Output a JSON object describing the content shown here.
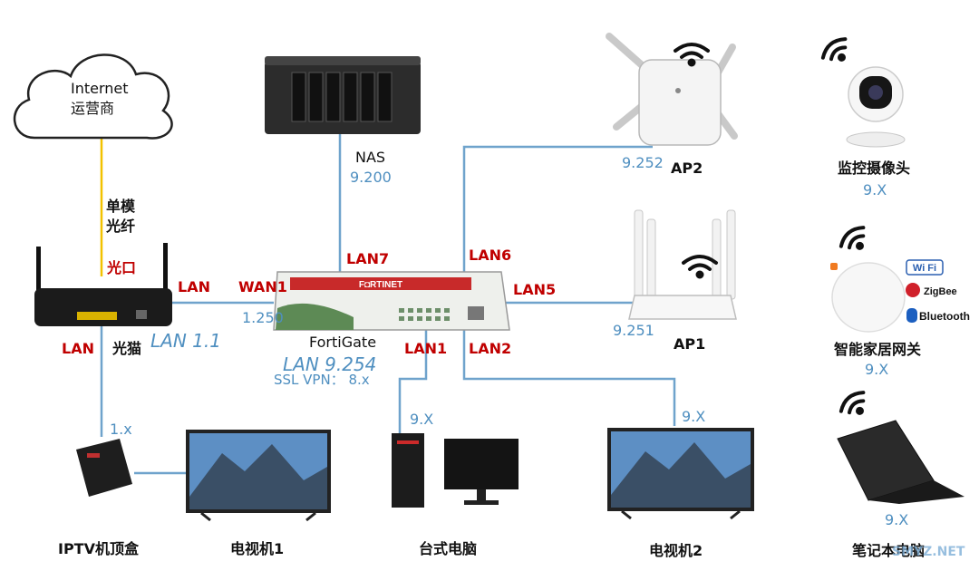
{
  "cloud": {
    "line1": "Internet",
    "line2": "运营商"
  },
  "fiber": {
    "label_line1": "单模",
    "label_line2": "光纤",
    "port": "光口"
  },
  "modem": {
    "name": "光猫",
    "lan_ip": "LAN 1.1",
    "port_lan_right": "LAN",
    "port_lan_down": "LAN"
  },
  "firewall": {
    "name": "FortiGate",
    "brand": "F◘RTINET",
    "lan_ip": "LAN 9.254",
    "vpn": "SSL VPN： 8.x",
    "wan_port": "WAN1",
    "wan_ip": "1.250",
    "ports": {
      "lan1": "LAN1",
      "lan2": "LAN2",
      "lan5": "LAN5",
      "lan6": "LAN6",
      "lan7": "LAN7"
    }
  },
  "nas": {
    "name": "NAS",
    "ip": "9.200"
  },
  "ap2": {
    "name": "AP2",
    "ip": "9.252"
  },
  "ap1": {
    "name": "AP1",
    "ip": "9.251"
  },
  "camera": {
    "name": "监控摄像头",
    "ip": "9.X"
  },
  "hub": {
    "name": "智能家居网关",
    "ip": "9.X",
    "badges": [
      "Wi Fi",
      "ZigBee",
      "Bluetooth"
    ]
  },
  "laptop": {
    "name": "笔记本电脑",
    "ip": "9.X"
  },
  "iptv": {
    "name": "IPTV机顶盒",
    "ip": "1.x"
  },
  "tv1": {
    "name": "电视机1"
  },
  "desktop": {
    "name": "台式电脑",
    "ip": "9.X"
  },
  "tv2": {
    "name": "电视机2",
    "ip": "9.X"
  },
  "watermark": "SMYZ.NET",
  "colors": {
    "link": "#6fa3cc",
    "fiber": "#f2c200",
    "port_red": "#c00000",
    "ip_blue": "#4f8fc0"
  }
}
